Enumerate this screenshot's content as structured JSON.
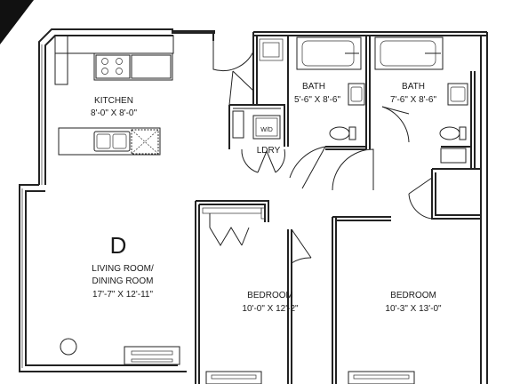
{
  "unit": {
    "letter": "D"
  },
  "rooms": {
    "kitchen": {
      "name": "KITCHEN",
      "dims": "8'-0\" X 8'-0\""
    },
    "bath1": {
      "name": "BATH",
      "dims": "5'-6\" X 8'-6\""
    },
    "bath2": {
      "name": "BATH",
      "dims": "7'-6\" X 8'-6\""
    },
    "laundry": {
      "name": "LDRY",
      "appliance": "W/D"
    },
    "living": {
      "name_line1": "LIVING ROOM/",
      "name_line2": "DINING ROOM",
      "dims": "17'-7\" X 12'-11\""
    },
    "bedroom1": {
      "name": "BEDROOM",
      "dims": "10'-0\" X 12'-2\""
    },
    "bedroom2": {
      "name": "BEDROOM",
      "dims": "10'-3\" X 13'-0\""
    }
  },
  "colors": {
    "ink": "#222222",
    "background": "#ffffff"
  }
}
